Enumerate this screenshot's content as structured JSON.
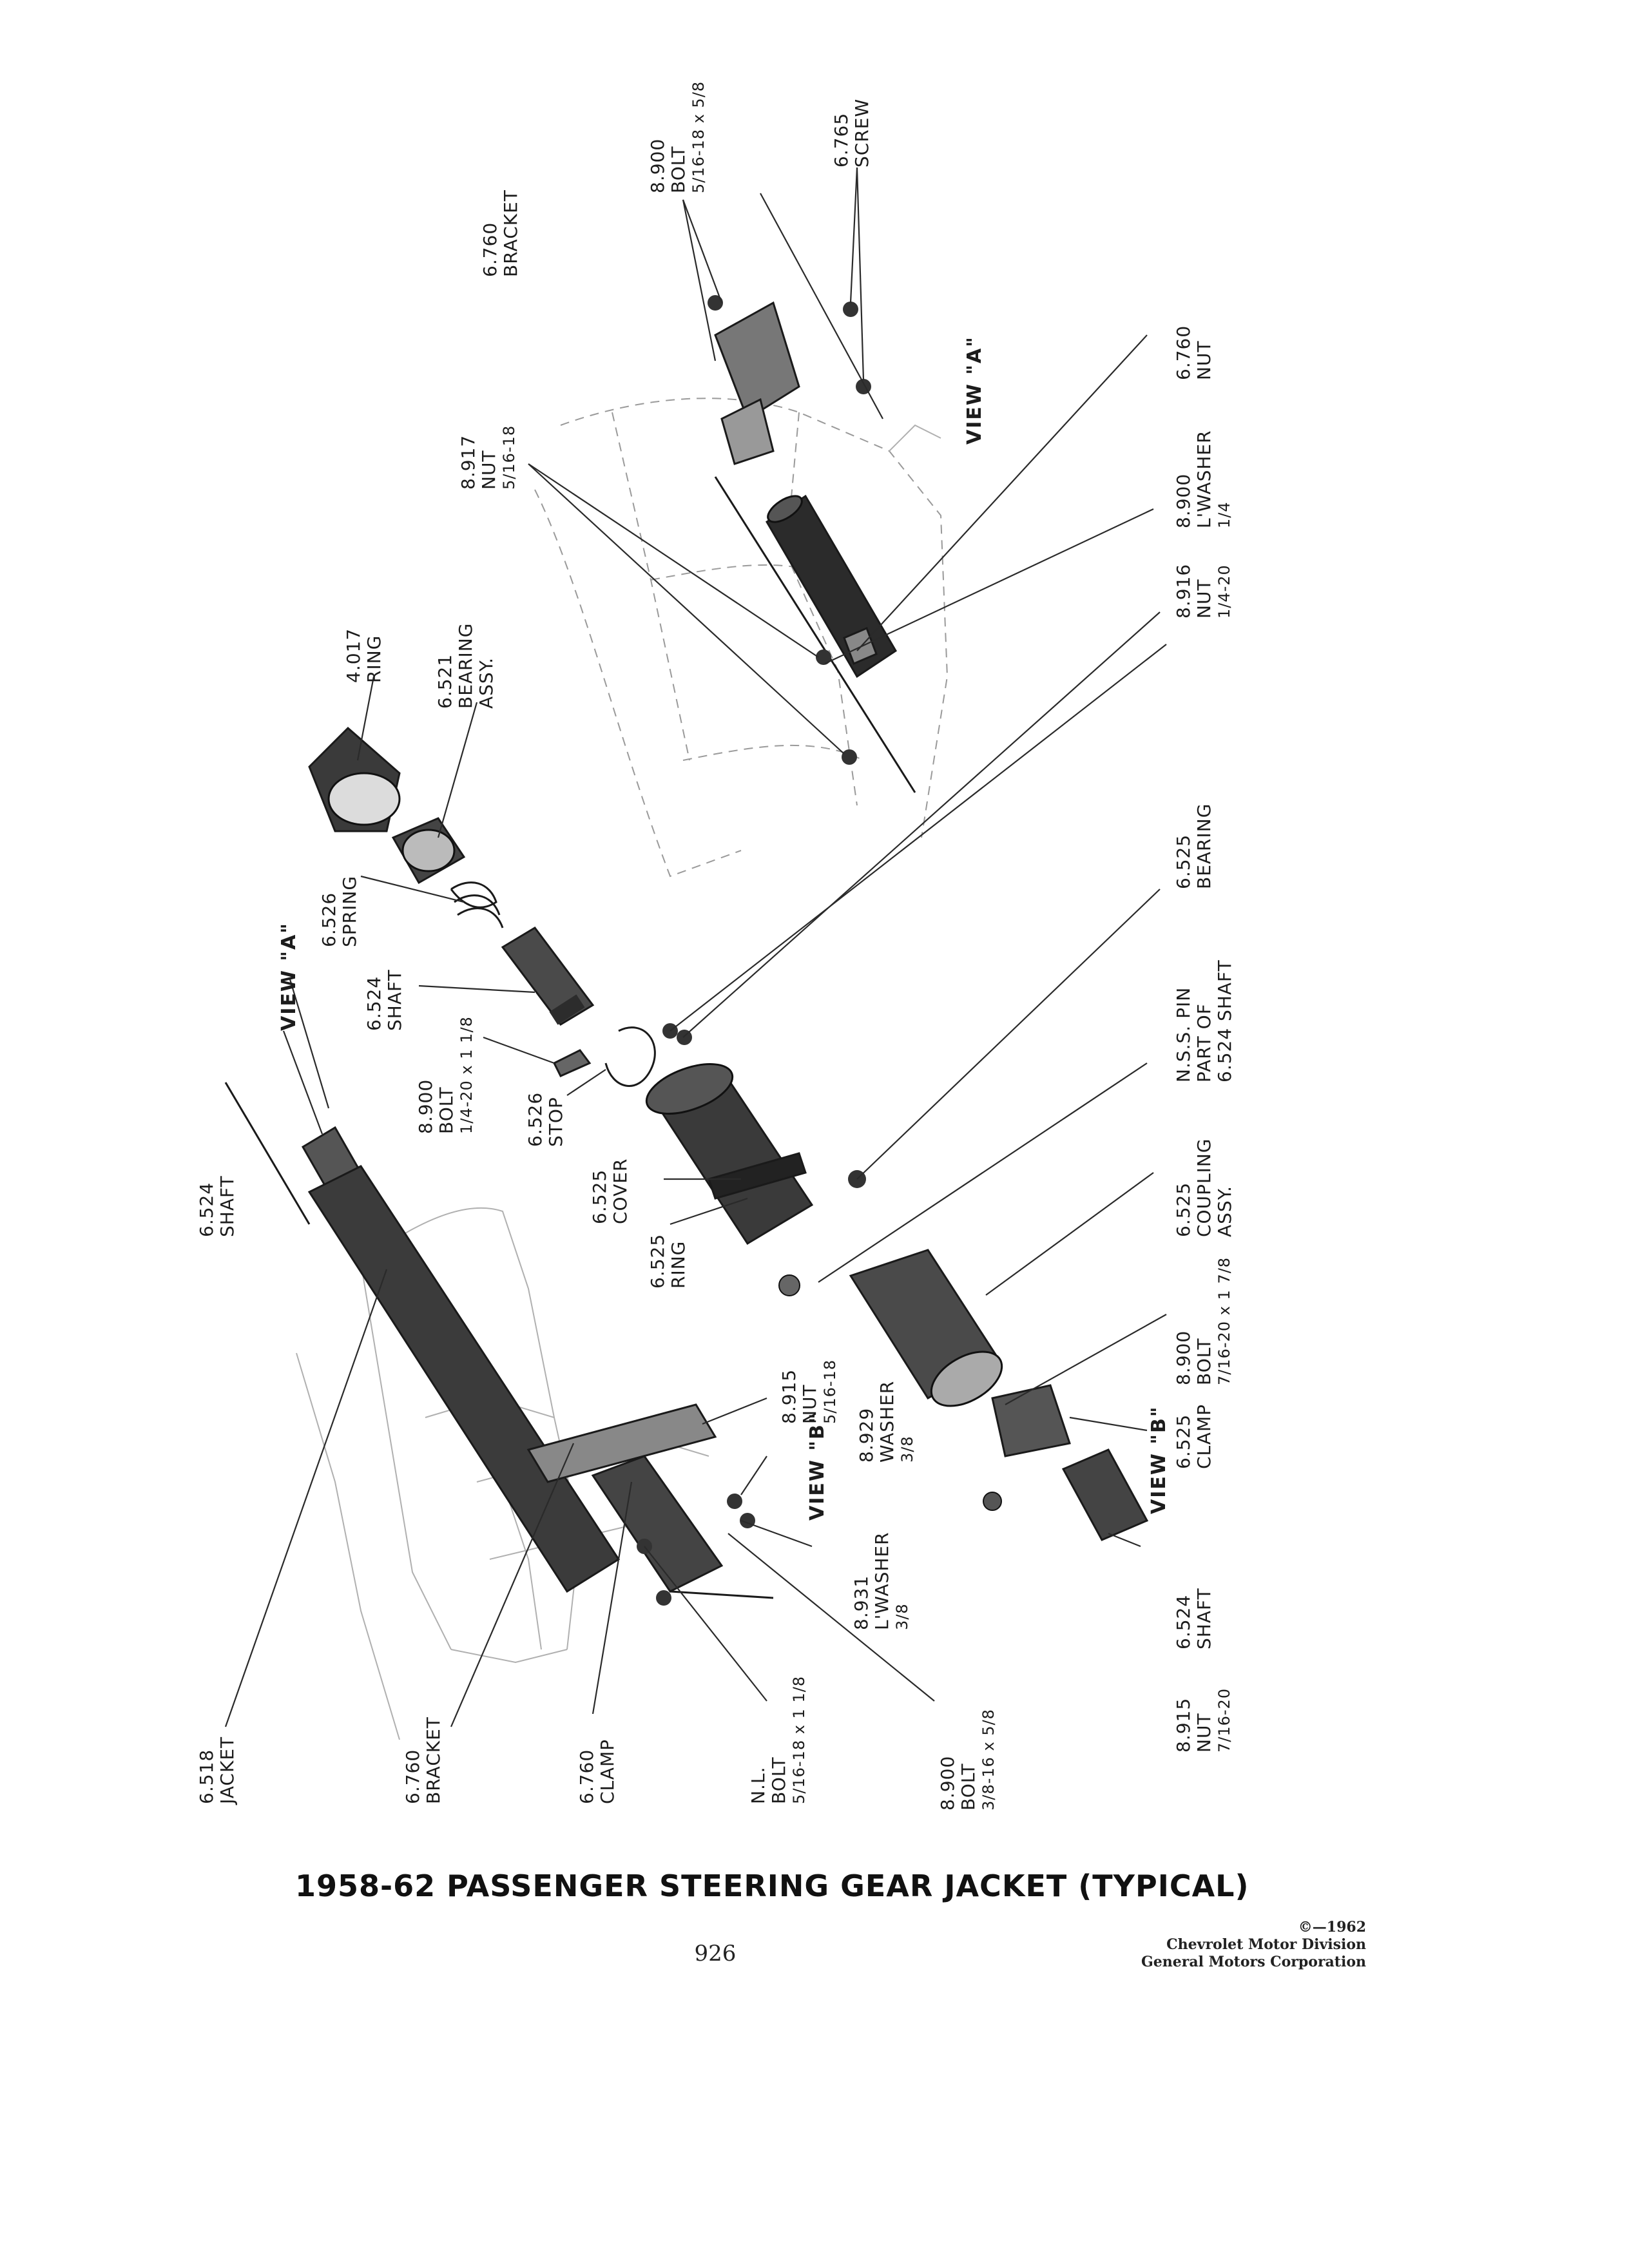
{
  "caption": "1958-62 PASSENGER STEERING GEAR JACKET (TYPICAL)",
  "page_number": "926",
  "credit": {
    "copyright": "©—1962",
    "line1": "Chevrolet Motor Division",
    "line2": "General Motors Corporation"
  },
  "views": {
    "view_a_top": "VIEW \"A\"",
    "view_a_left": "VIEW \"A\"",
    "view_b_mid": "VIEW \"B\"",
    "view_b_right": "VIEW \"B\""
  },
  "callouts": {
    "bracket_6760_top": {
      "number": "6.760",
      "name": "BRACKET"
    },
    "bolt_8900_top": {
      "number": "8.900",
      "name": "BOLT",
      "size": "5/16-18 x 5/8"
    },
    "screw_6765": {
      "number": "6.765",
      "name": "SCREW"
    },
    "nut_6760": {
      "number": "6.760",
      "name": "NUT"
    },
    "lwasher_8900": {
      "number": "8.900",
      "name": "L'WASHER",
      "size": "1/4"
    },
    "nut_8916": {
      "number": "8.916",
      "name": "NUT",
      "size": "1/4-20"
    },
    "nut_8917": {
      "number": "8.917",
      "name": "NUT",
      "size": "5/16-18"
    },
    "ring_4017": {
      "number": "4.017",
      "name": "RING"
    },
    "bearing_6521": {
      "number": "6.521",
      "name": "BEARING",
      "name2": "ASSY."
    },
    "spring_6526": {
      "number": "6.526",
      "name": "SPRING"
    },
    "shaft_6524_upper": {
      "number": "6.524",
      "name": "SHAFT"
    },
    "bolt_8900_stop": {
      "number": "8.900",
      "name": "BOLT",
      "size": "1/4-20 x 1 1/8"
    },
    "stop_6526": {
      "number": "6.526",
      "name": "STOP"
    },
    "bearing_6525": {
      "number": "6.525",
      "name": "BEARING"
    },
    "nss_pin": {
      "number": "N.S.S. PIN",
      "name": "PART OF",
      "name2": "6.524 SHAFT"
    },
    "coupling_6525": {
      "number": "6.525",
      "name": "COUPLING",
      "name2": "ASSY."
    },
    "cover_6525": {
      "number": "6.525",
      "name": "COVER"
    },
    "ring_6525": {
      "number": "6.525",
      "name": "RING"
    },
    "shaft_6524_left": {
      "number": "6.524",
      "name": "SHAFT"
    },
    "bolt_8900_clamp": {
      "number": "8.900",
      "name": "BOLT",
      "size": "7/16-20 x 1 7/8"
    },
    "clamp_6525": {
      "number": "6.525",
      "name": "CLAMP"
    },
    "nut_8915_mid": {
      "number": "8.915",
      "name": "NUT",
      "size": "5/16-18"
    },
    "washer_8929": {
      "number": "8.929",
      "name": "WASHER",
      "size": "3/8"
    },
    "lwasher_8931": {
      "number": "8.931",
      "name": "L'WASHER",
      "size": "3/8"
    },
    "shaft_6524_lower": {
      "number": "6.524",
      "name": "SHAFT"
    },
    "nut_8915_bottom": {
      "number": "8.915",
      "name": "NUT",
      "size": "7/16-20"
    },
    "jacket_6518": {
      "number": "6.518",
      "name": "JACKET"
    },
    "bracket_6760_bottom": {
      "number": "6.760",
      "name": "BRACKET"
    },
    "clamp_6760": {
      "number": "6.760",
      "name": "CLAMP"
    },
    "bolt_nl": {
      "number": "N.L.",
      "name": "BOLT",
      "size": "5/16-18 x 1 1/8"
    },
    "bolt_8900_bottom": {
      "number": "8.900",
      "name": "BOLT",
      "size": "3/8-16 x 5/8"
    }
  }
}
